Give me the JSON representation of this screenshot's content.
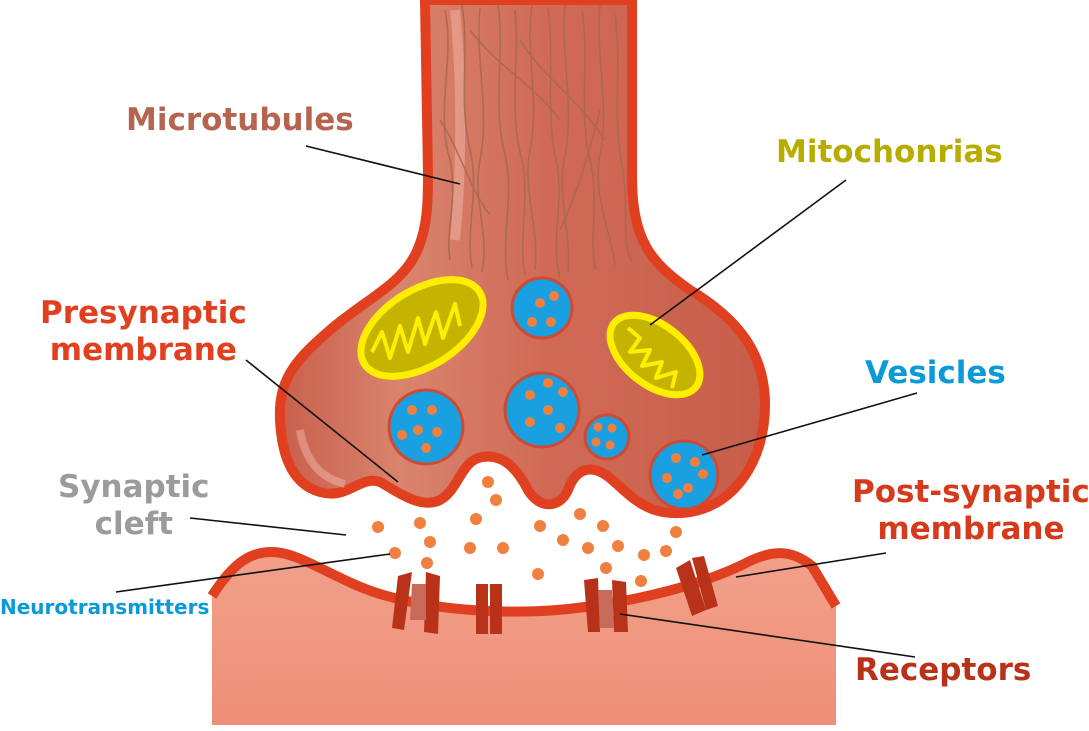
{
  "labels": {
    "microtubules": "Microtubules",
    "mitochondrias": "Mitochonrias",
    "presynaptic_line1": "Presynaptic",
    "presynaptic_line2": "membrane",
    "vesicles": "Vesicles",
    "cleft_line1": "Synaptic",
    "cleft_line2": "cleft",
    "postsynaptic_line1": "Post-synaptic",
    "postsynaptic_line2": "membrane",
    "neurotransmitters": "Neurotransmitters",
    "receptors": "Receptors"
  },
  "colors": {
    "microtubules": "#b5654f",
    "mitochondrias": "#b7ad00",
    "presynaptic": "#e0401f",
    "vesicles": "#0a9ad8",
    "cleft": "#9b9b9b",
    "postsynaptic": "#d63a1c",
    "neurotransmitters": "#0a9ad8",
    "receptors": "#b8321a",
    "membrane": "#e0401f",
    "cytoplasm": "#d4735e",
    "vesicle_fill": "#1a9fe0",
    "neurotransmitter_dot": "#f08040",
    "mitochondria_fill": "#c4b400",
    "mitochondria_outline": "#ffee00"
  }
}
